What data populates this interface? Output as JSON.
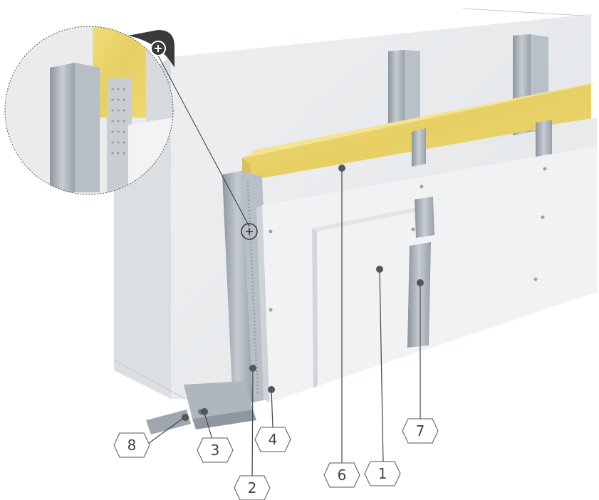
{
  "callouts": [
    {
      "label": "1"
    },
    {
      "label": "2"
    },
    {
      "label": "3"
    },
    {
      "label": "4"
    },
    {
      "label": "6"
    },
    {
      "label": "7"
    },
    {
      "label": "8"
    }
  ],
  "zoom_icon": "plus-circle-icon",
  "colors": {
    "wall": "#e6e8ea",
    "board": "#eef0f1",
    "insulation": "#e9d36a",
    "steel": "#a8b0b8",
    "line": "#444444"
  }
}
